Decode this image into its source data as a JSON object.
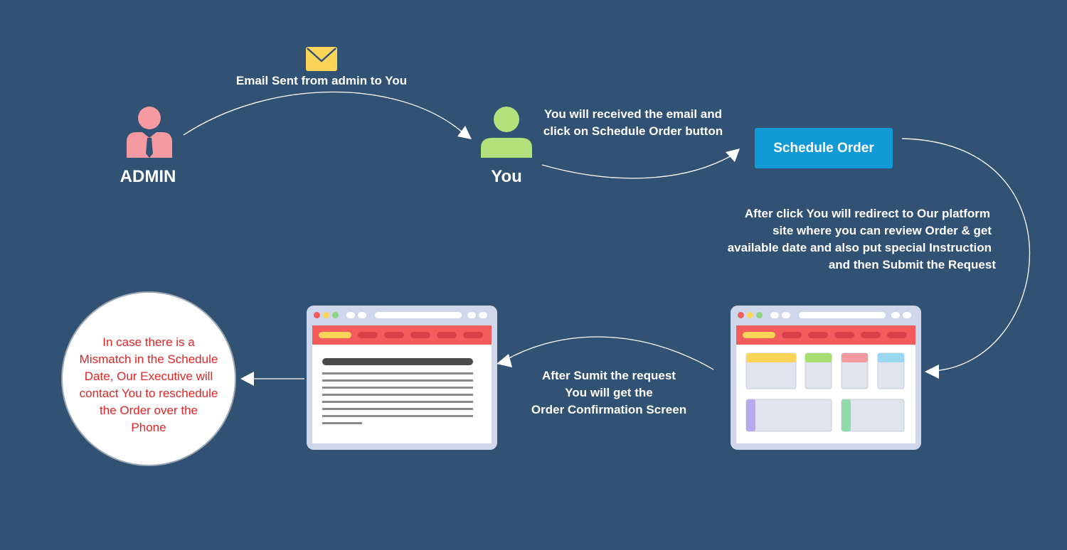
{
  "nodes": {
    "admin_label": "ADMIN",
    "you_label": "You"
  },
  "email": {
    "caption": "Email Sent from admin to You",
    "icon": "envelope-icon"
  },
  "steps": {
    "receive_email": [
      "You will received the email and",
      "click on Schedule Order button"
    ],
    "redirect": [
      "After click You will redirect to Our platform",
      "site where you can review Order & get",
      "available date and also put special Instruction",
      "and then Submit the Request"
    ],
    "confirmation": [
      "After Sumit the request",
      "You will get the",
      "Order Confirmation Screen"
    ]
  },
  "button": {
    "label": "Schedule Order"
  },
  "mismatch_note": [
    "In case there is a",
    "Mismatch in the Schedule",
    "Date, Our Executive will",
    "contact You to reschedule",
    "the Order over the",
    "Phone"
  ],
  "colors": {
    "background": "#325273",
    "admin": "#f59aa0",
    "you": "#b4e17c",
    "button": "#129ad6",
    "envelope": "#fbd55a",
    "note_text": "#e02424",
    "window_bar": "#f25c5c"
  }
}
